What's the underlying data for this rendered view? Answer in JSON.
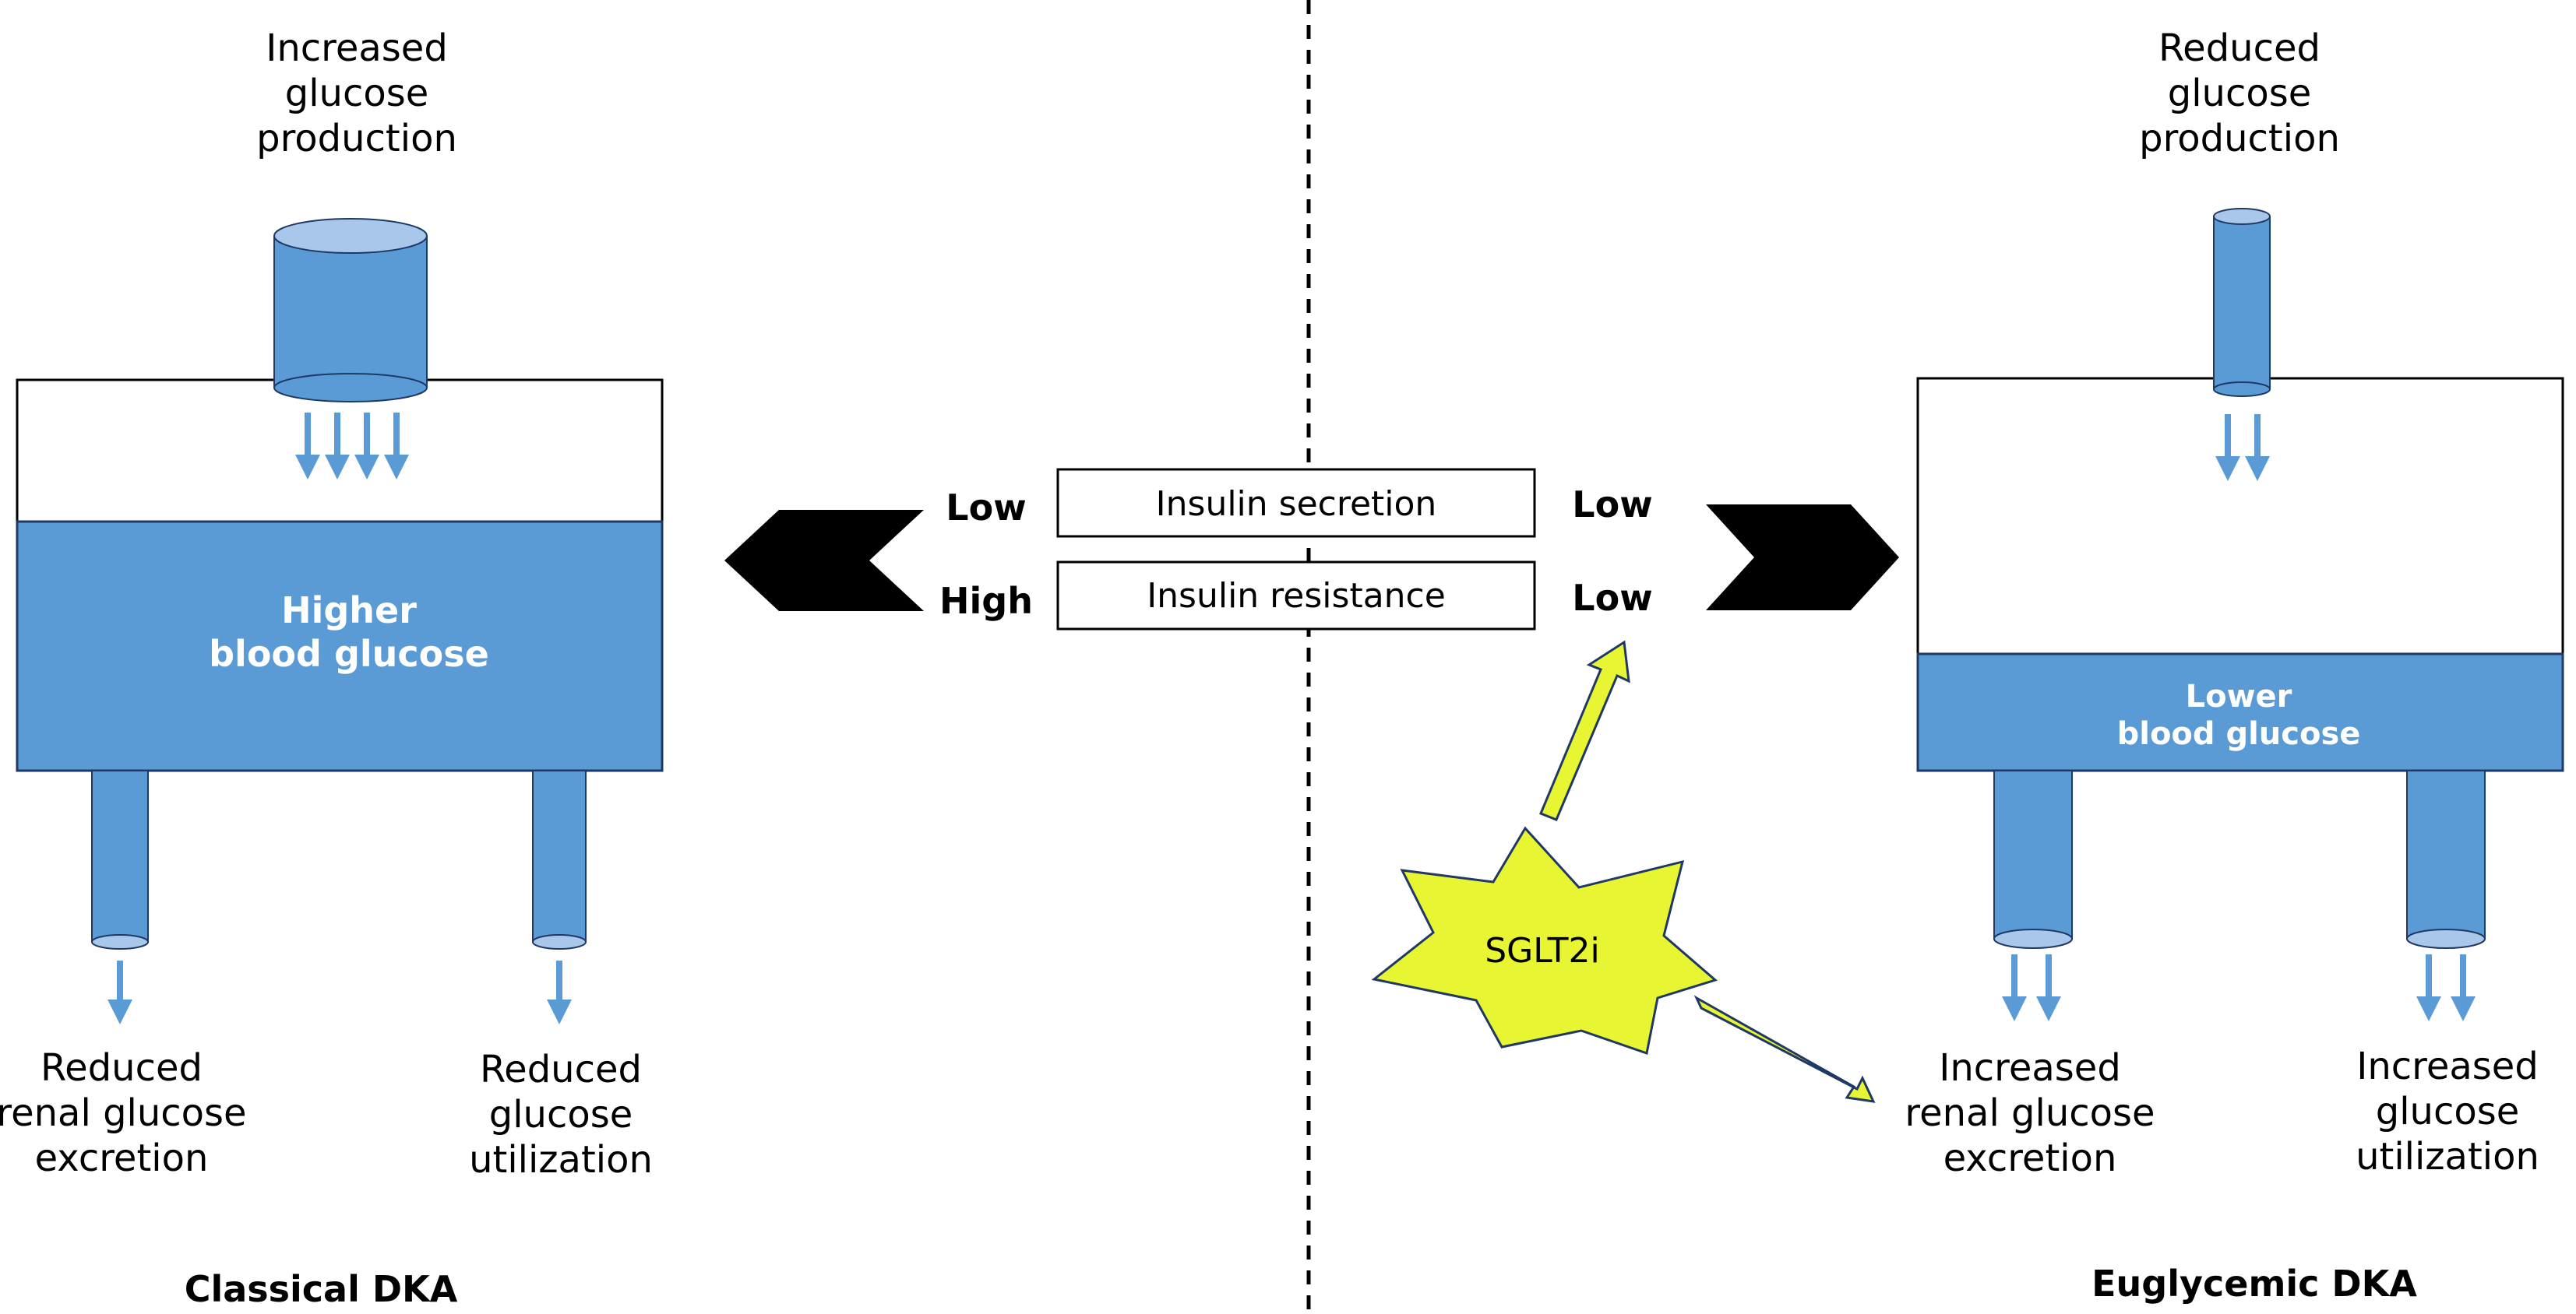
{
  "left": {
    "production_label": [
      "Increased",
      "glucose",
      "production"
    ],
    "tank_label": [
      "Higher",
      "blood glucose"
    ],
    "excretion_label": [
      "Reduced",
      "renal glucose",
      "excretion"
    ],
    "utilization_label": [
      "Reduced",
      "glucose",
      "utilization"
    ],
    "title": "Classical DKA"
  },
  "right": {
    "production_label": [
      "Reduced",
      "glucose",
      "production"
    ],
    "tank_label": [
      "Lower",
      "blood glucose"
    ],
    "excretion_label": [
      "Increased",
      "renal glucose",
      "excretion"
    ],
    "utilization_label": [
      "Increased",
      "glucose",
      "utilization"
    ],
    "title": "Euglycemic DKA"
  },
  "center": {
    "rows": [
      {
        "left_value": "Low",
        "label": "Insulin secretion",
        "right_value": "Low"
      },
      {
        "left_value": "High",
        "label": "Insulin resistance",
        "right_value": "Low"
      }
    ]
  },
  "drug": {
    "label": "SGLT2i"
  },
  "colors": {
    "tank_blue": "#5b9bd5",
    "pipe_top": "#a9c7ea",
    "arrow_blue": "#5b9bd5",
    "starburst": "#e8f533",
    "outline": "#1f3864"
  },
  "icons": {
    "left_chevrons": "triple-chevron-left-icon",
    "right_chevrons": "triple-chevron-right-icon",
    "starburst": "starburst-icon"
  }
}
